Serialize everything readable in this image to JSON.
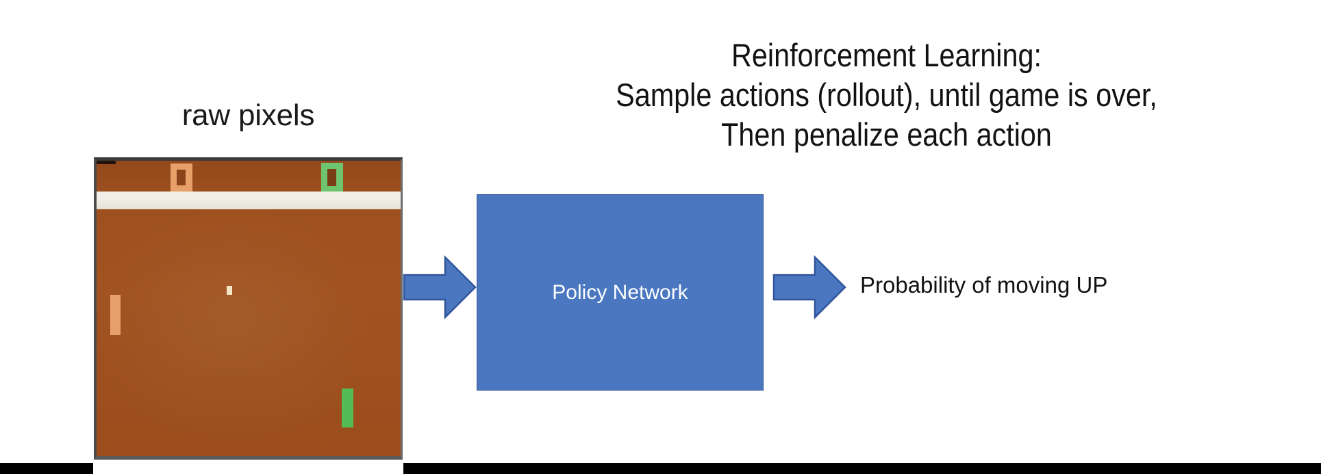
{
  "slide": {
    "background_color": "#ffffff",
    "heading": {
      "lines": [
        "Reinforcement Learning:",
        "Sample actions (rollout), until game is over,",
        "Then penalize each action"
      ],
      "color": "#121212"
    },
    "raw_pixels_label": "raw pixels",
    "policy_network": {
      "label": "Policy Network",
      "fill_color": "#4a77c0",
      "border_color": "#31559a",
      "text_color": "#ffffff"
    },
    "output_label": "Probability of moving UP",
    "arrows": {
      "input_arrow_name": "right-arrow-icon",
      "output_arrow_name": "right-arrow-icon",
      "fill_color": "#4a77c0",
      "stroke_color": "#31559a"
    },
    "pong": {
      "field_color": "#a0521f",
      "divider_color": "#efece4",
      "border_color": "#4a4a4a",
      "left_player_color": "#e8a06a",
      "right_player_color": "#55bb55",
      "ball_color": "#f5e6c8",
      "score_left": "0",
      "score_right": "0"
    },
    "bottom_bar_color": "#000000"
  }
}
